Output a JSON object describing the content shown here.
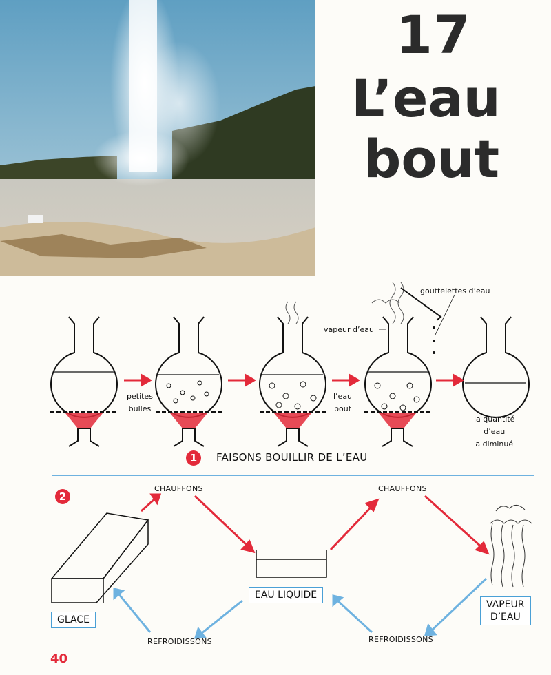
{
  "header": {
    "chapter_number": "17",
    "title_line1": "L’eau",
    "title_line2": "bout"
  },
  "experiment1": {
    "badge": "1",
    "title": "FAISONS BOUILLIR DE L’EAU",
    "label_bubbles": [
      "petites",
      "bulles"
    ],
    "label_boils": [
      "l’eau",
      "bout"
    ],
    "label_vapor": "vapeur d’eau",
    "label_droplets": "gouttelettes d’eau",
    "label_result": [
      "la quantité",
      "d’eau",
      "a diminué"
    ]
  },
  "experiment2": {
    "badge": "2",
    "heat_left": "CHAUFFONS",
    "heat_right": "CHAUFFONS",
    "cool_left": "REFROIDISSONS",
    "cool_right": "REFROIDISSONS",
    "box_ice": "GLACE",
    "box_liquid": "EAU LIQUIDE",
    "box_vapor": [
      "VAPEUR",
      "D’EAU"
    ]
  },
  "page_number": "40",
  "colors": {
    "red": "#e32a3a",
    "blue": "#6eb2e0"
  }
}
